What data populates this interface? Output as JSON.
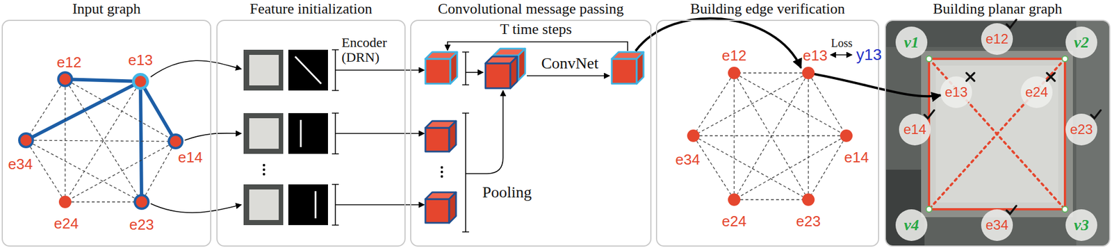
{
  "diagram": {
    "nodes": [
      {
        "text": [
          "Input graph"
        ]
      },
      {
        "text": [
          "e12"
        ],
        "in": 0
      },
      {
        "text": [
          "e13"
        ],
        "in": 0
      },
      {
        "text": [
          "e34"
        ],
        "in": 0
      },
      {
        "text": [
          "e14"
        ],
        "in": 0
      },
      {
        "text": [
          "e24"
        ],
        "in": 0
      },
      {
        "text": [
          "e23"
        ],
        "in": 0
      },
      {
        "text": [
          "Feature initialization"
        ]
      },
      {
        "text": [
          "Convolutional message passing"
        ]
      },
      {
        "text": [
          "Building edge verification"
        ]
      },
      {
        "text": [
          "e12"
        ],
        "in": 9
      },
      {
        "text": [
          "e13"
        ],
        "in": 9
      },
      {
        "text": [
          "e34"
        ],
        "in": 9
      },
      {
        "text": [
          "e14"
        ],
        "in": 9
      },
      {
        "text": [
          "e24"
        ],
        "in": 9
      },
      {
        "text": [
          "e23"
        ],
        "in": 9
      },
      {
        "text": [
          "Building planar graph"
        ]
      },
      {
        "text": [
          "v1"
        ],
        "in": 16
      },
      {
        "text": [
          "e12"
        ],
        "in": 16
      },
      {
        "text": [
          "v2"
        ],
        "in": 16
      },
      {
        "text": [
          "e13"
        ],
        "in": 16
      },
      {
        "text": [
          "e24"
        ],
        "in": 16
      },
      {
        "text": [
          "e14"
        ],
        "in": 16
      },
      {
        "text": [
          "e23"
        ],
        "in": 16
      },
      {
        "text": [
          "v4"
        ],
        "in": 16
      },
      {
        "text": [
          "e34"
        ],
        "in": 16
      },
      {
        "text": [
          "v3"
        ],
        "in": 16
      }
    ],
    "edges": [
      {
        "from": 2,
        "to": 1,
        "arrow": "none"
      },
      {
        "from": 2,
        "to": 3,
        "arrow": "none"
      },
      {
        "from": 2,
        "to": 4,
        "arrow": "none"
      },
      {
        "from": 2,
        "to": 6,
        "arrow": "none"
      },
      {
        "from": 1,
        "to": 3,
        "arrow": "none"
      },
      {
        "from": 1,
        "to": 4,
        "arrow": "none"
      },
      {
        "from": 1,
        "to": 5,
        "arrow": "none"
      },
      {
        "from": 1,
        "to": 6,
        "arrow": "none"
      },
      {
        "from": 2,
        "to": 5,
        "arrow": "none"
      },
      {
        "from": 3,
        "to": 4,
        "arrow": "none"
      },
      {
        "from": 3,
        "to": 5,
        "arrow": "none"
      },
      {
        "from": 3,
        "to": 6,
        "arrow": "none"
      },
      {
        "from": 4,
        "to": 5,
        "arrow": "none"
      },
      {
        "from": 4,
        "to": 6,
        "arrow": "none"
      },
      {
        "from": 5,
        "to": 6,
        "arrow": "none"
      },
      {
        "from": 11,
        "to": 10,
        "arrow": "none"
      },
      {
        "from": 11,
        "to": 12,
        "arrow": "none"
      },
      {
        "from": 11,
        "to": 13,
        "arrow": "none"
      },
      {
        "from": 11,
        "to": 15,
        "arrow": "none"
      },
      {
        "from": 10,
        "to": 12,
        "arrow": "none"
      },
      {
        "from": 10,
        "to": 13,
        "arrow": "none"
      },
      {
        "from": 10,
        "to": 14,
        "arrow": "none"
      },
      {
        "from": 10,
        "to": 15,
        "arrow": "none"
      },
      {
        "from": 11,
        "to": 14,
        "arrow": "none"
      },
      {
        "from": 12,
        "to": 13,
        "arrow": "none"
      },
      {
        "from": 12,
        "to": 14,
        "arrow": "none"
      },
      {
        "from": 12,
        "to": 15,
        "arrow": "none"
      },
      {
        "from": 13,
        "to": 14,
        "arrow": "none"
      },
      {
        "from": 13,
        "to": 15,
        "arrow": "none"
      },
      {
        "from": 14,
        "to": 15,
        "arrow": "none"
      },
      {
        "from": 11,
        "to": 20,
        "arrow": "to"
      }
    ],
    "labels": [
      "Encoder (DRN)",
      "T time steps",
      "ConvNet",
      "Pooling",
      "Loss",
      "y13"
    ]
  }
}
